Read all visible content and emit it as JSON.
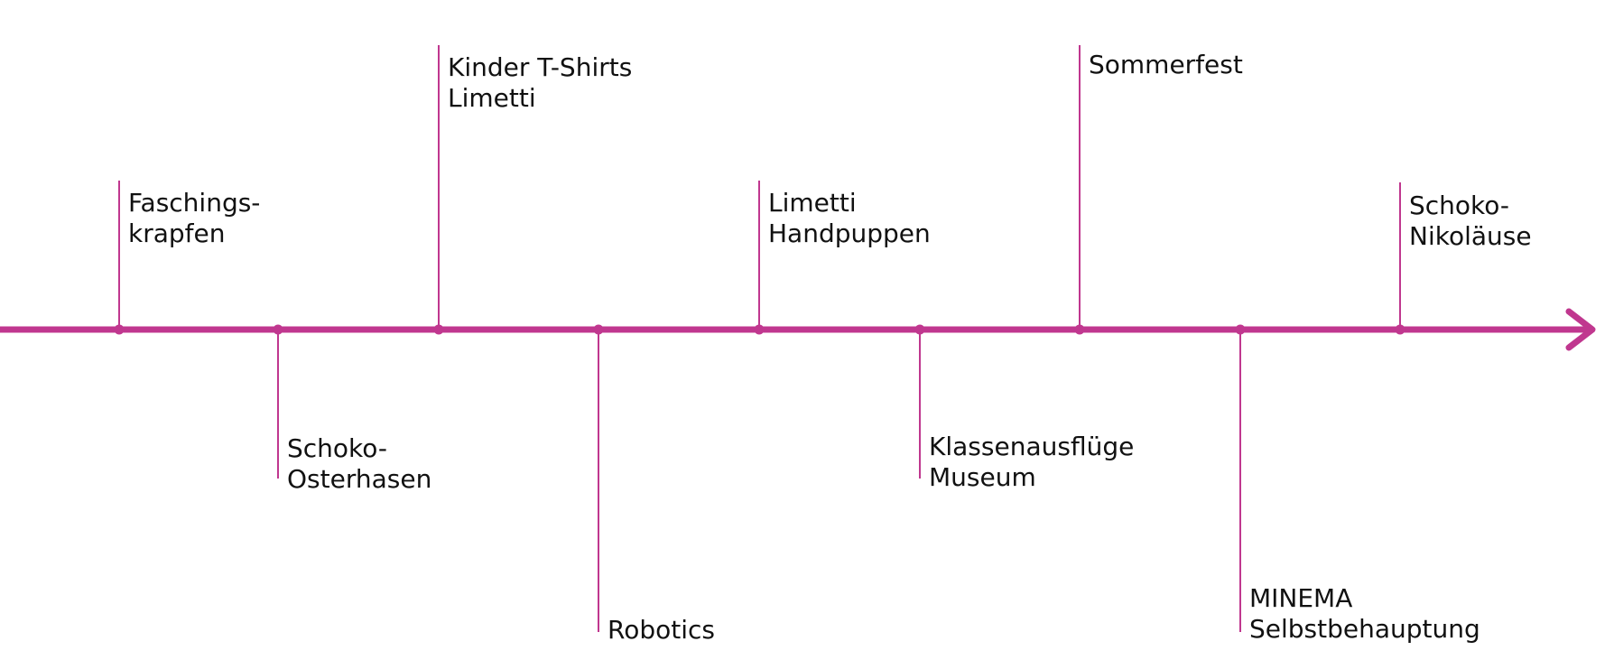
{
  "colors": {
    "accent": "#c0378f",
    "text": "#111111",
    "background": "#ffffff"
  },
  "events": [
    {
      "lines": [
        "Faschings-",
        "krapfen"
      ],
      "side": "above"
    },
    {
      "lines": [
        "Schoko-",
        "Osterhasen"
      ],
      "side": "below"
    },
    {
      "lines": [
        "Kinder T-Shirts",
        "Limetti"
      ],
      "side": "above"
    },
    {
      "lines": [
        "Robotics"
      ],
      "side": "below"
    },
    {
      "lines": [
        "Limetti",
        "Handpuppen"
      ],
      "side": "above"
    },
    {
      "lines": [
        "Klassenausflüge",
        "Museum"
      ],
      "side": "below"
    },
    {
      "lines": [
        "Sommerfest"
      ],
      "side": "above"
    },
    {
      "lines": [
        "MINEMA",
        "Selbstbehauptung"
      ],
      "side": "below"
    },
    {
      "lines": [
        "Schoko-",
        "Nikoläuse"
      ],
      "side": "above"
    }
  ]
}
